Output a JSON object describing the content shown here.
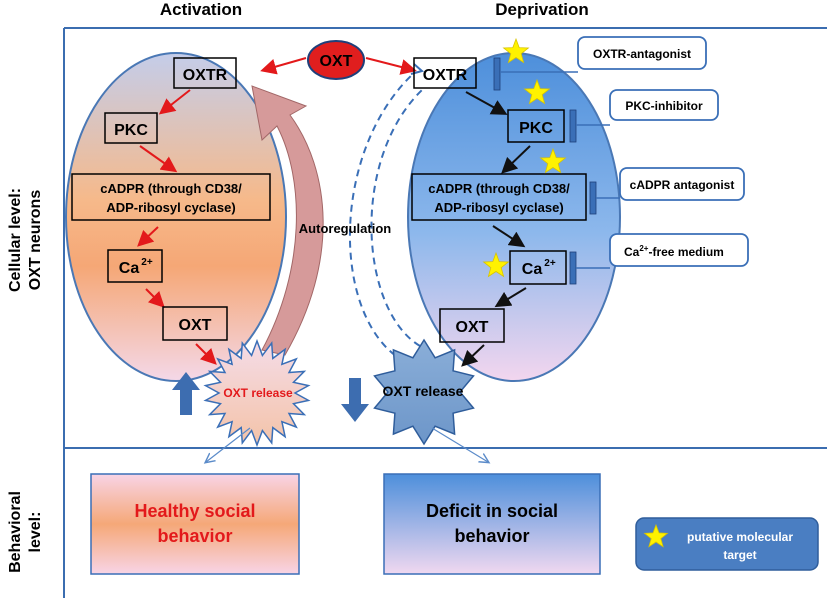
{
  "headers": {
    "activation": "Activation",
    "deprivation": "Deprivation"
  },
  "axis_labels": {
    "cellular_line1": "Cellular level:",
    "cellular_line2": "OXT neurons",
    "behavioral_line1": "Behavioral",
    "behavioral_line2": "level:"
  },
  "top": {
    "oxt": "OXT"
  },
  "activation": {
    "oxtr": "OXTR",
    "pkc": "PKC",
    "cadpr_line1": "cADPR (through CD38/",
    "cadpr_line2": "ADP-ribosyl cyclase)",
    "ca": "Ca",
    "ca_sup": "2+",
    "oxt": "OXT",
    "release": "OXT release",
    "behavior_line1": "Healthy social",
    "behavior_line2": "behavior"
  },
  "deprivation": {
    "oxtr": "OXTR",
    "pkc": "PKC",
    "cadpr_line1": "cADPR (through CD38/",
    "cadpr_line2": "ADP-ribosyl cyclase)",
    "ca": "Ca",
    "ca_sup": "2+",
    "oxt": "OXT",
    "release": "OXT release",
    "behavior_line1": "Deficit in social",
    "behavior_line2": "behavior"
  },
  "autoregulation": "Autoregulation",
  "inhibitors": {
    "oxtr_antagonist": "OXTR-antagonist",
    "pkc_inhibitor": "PKC-inhibitor",
    "cadpr_antagonist": "cADPR antagonist",
    "ca_free_pre": "Ca",
    "ca_free_sup": "2+",
    "ca_free_post": "-free medium"
  },
  "legend": {
    "line1": "putative molecular",
    "line2": "target"
  },
  "colors": {
    "activation_arrow": "#e3191b",
    "deprivation_arrow": "#000000",
    "oxt_oval": "#e01e1e",
    "star": "#fff200",
    "blue_dark": "#3a6fb7",
    "legend_bg": "#4a7ec2"
  }
}
